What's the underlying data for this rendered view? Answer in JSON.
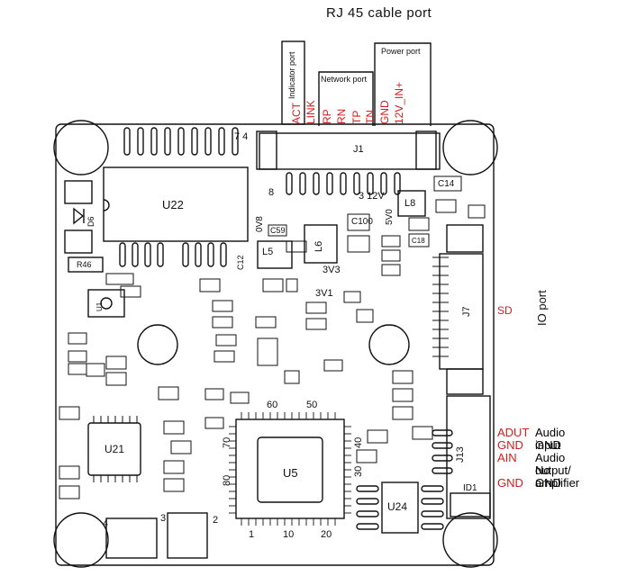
{
  "title": "RJ 45 cable port",
  "top_boxes": {
    "indicator": "Indicator port",
    "network": "Network port",
    "power": "Power port"
  },
  "pins": [
    {
      "label": "ACT",
      "color": "#d21d1d"
    },
    {
      "label": "LINK",
      "color": "#d21d1d"
    },
    {
      "label": "RP",
      "color": "#d21d1d"
    },
    {
      "label": "RN",
      "color": "#d21d1d"
    },
    {
      "label": "TP",
      "color": "#d21d1d"
    },
    {
      "label": "TN",
      "color": "#d21d1d"
    },
    {
      "label": "GND",
      "color": "#d21d1d"
    },
    {
      "label": "12V_IN+",
      "color": "#d21d1d"
    }
  ],
  "components": {
    "u22": "U22",
    "j1": "J1",
    "u21": "U21",
    "u5": "U5",
    "u24": "U24",
    "j7": "J7",
    "j13": "J13",
    "l5": "L5",
    "l6": "L6",
    "l8": "L8",
    "id1": "ID1",
    "c14": "C14",
    "c100": "C100",
    "r46": "R46",
    "d6": "D6",
    "u1": "U1",
    "c59": "C59",
    "c12": "C12",
    "c18": "C18"
  },
  "board_texts": {
    "n74": "7 4",
    "n8": "8",
    "n3_12v": "3  12V",
    "n5v0": "5V0",
    "n0v8": "0V8",
    "n3v3": "3V3",
    "n3v1": "3V1",
    "n60": "60",
    "n50": "50",
    "n70": "70",
    "n80": "80",
    "n40": "40",
    "n30": "30",
    "n1": "1",
    "n10": "10",
    "n20": "20",
    "n4": "4",
    "n3": "3",
    "n2": "2"
  },
  "sd_label": "SD",
  "io_port_label": "IO port",
  "audio_pins": [
    {
      "pin": "ADUT",
      "desc": "Audio input"
    },
    {
      "pin": "GND",
      "desc": "GND"
    },
    {
      "pin": "AIN",
      "desc": "Audio output/"
    },
    {
      "pin": "",
      "desc": "No amplifier"
    },
    {
      "pin": "GND",
      "desc": "GND"
    }
  ],
  "colors": {
    "label_red": "#d21d1d",
    "line": "#111111"
  }
}
